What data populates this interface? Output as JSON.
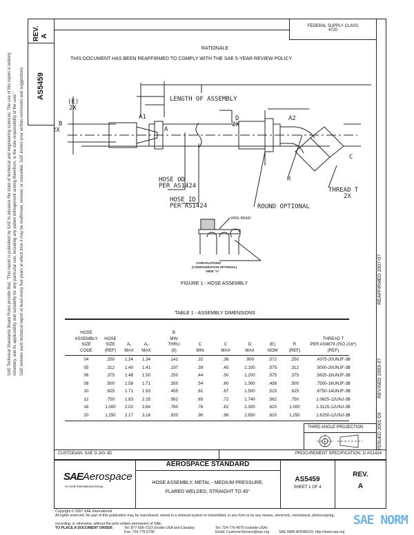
{
  "left_column": {
    "rev_label": "REV.",
    "rev_value": "A",
    "doc_number": "AS5459"
  },
  "side_notice": {
    "line1": "SAE Technical Standards Board Rules provide that: \"This report is published by SAE to advance the state of technical and engineering sciences. The use of this report is entirely",
    "line2": "voluntary, and its applicability and suitability for any particular use, including any patent infringement arising therefrom, is the sole responsibility of the user.\"",
    "line3": "SAE reviews each technical report at least every five years at which time it may be reaffirmed, revised, or cancelled. SAE invites your written comments and suggestions."
  },
  "header": {
    "federal_supply_class_label": "FEDERAL SUPPLY CLASS",
    "federal_supply_class_value": "4720",
    "rationale_title": "RATIONALE",
    "rationale_text": "THIS DOCUMENT HAS BEEN REAFFIRMED TO COMPLY WITH THE SAE 5-YEAR REVIEW POLICY"
  },
  "right_strip": {
    "reaffirmed": "REAFFIRMED 2007-07",
    "revised": "REVISED 2003-3?",
    "issued": "ISSUED 2001-03"
  },
  "figure": {
    "labels": {
      "e": "(E)",
      "e_qty": "2X",
      "length": "LENGTH OF ASSEMBLY",
      "a1": "A1",
      "b": "Ø B",
      "b_qty": "2X",
      "a": "A",
      "d": "D",
      "d_qty": "2X",
      "a2": "A2",
      "c": "C",
      "hose_od": "HOSE OD",
      "hose_od_per": "PER AS1424",
      "hose_id": "HOSE ID",
      "hose_id_per": "PER AS1424",
      "r": "R",
      "thread": "THREAD T",
      "thread_qty": "2X",
      "round": "ROUND OPTIONAL",
      "wire_braid": "WIRE BRAID",
      "convolutions": "CONVOLUTIONS",
      "config": "(CONFIGURATION OPTIONAL)",
      "view": "VIEW \"A\""
    },
    "caption": "FIGURE 1 - HOSE ASSEMBLY"
  },
  "table": {
    "title": "TABLE 1 - ASSEMBLY DIMENSIONS",
    "headers": [
      [
        "HOSE",
        "ASSEMBLY",
        "SIZE",
        "CODE"
      ],
      [
        "HOSE",
        "SIZE",
        "(REF)"
      ],
      [
        "A₁",
        "MAX"
      ],
      [
        "A₂",
        "MAX"
      ],
      [
        "B",
        "MIN",
        "THRU",
        "(8)"
      ],
      [
        "C",
        "MIN"
      ],
      [
        "C",
        "MAX"
      ],
      [
        "D",
        "MAX"
      ],
      [
        "(E)",
        "NOM"
      ],
      [
        "R",
        "(REF)"
      ],
      [
        "THREAD T",
        "PER AS8879 (ISO 216*)",
        "(REF)"
      ]
    ],
    "rows": [
      [
        "04",
        ".250",
        "1.34",
        "1.34",
        ".141",
        ".32",
        ".38",
        ".900",
        ".572",
        ".250",
        ".4375-20UNJF-3B"
      ],
      [
        "05",
        ".312",
        "1.40",
        "1.41",
        ".197",
        ".39",
        ".45",
        "1.100",
        ".575",
        ".312",
        ".5000-20UNJF-3B"
      ],
      [
        "06",
        ".375",
        "1.48",
        "1.50",
        ".250",
        ".44",
        ".50",
        "1.200",
        ".575",
        ".375",
        ".5625-18UNJF-3B"
      ],
      [
        "08",
        ".500",
        "1.58",
        "1.71",
        ".350",
        ".54",
        ".60",
        "1.300",
        ".438",
        ".500",
        ".7500-16UNJF-3B"
      ],
      [
        "10",
        ".625",
        "1.71",
        "1.93",
        ".455",
        ".61",
        ".67",
        "1.500",
        ".515",
        ".625",
        ".8750-14UNJF-3B"
      ],
      [
        "12",
        ".750",
        "1.83",
        "2.25",
        ".562",
        ".65",
        ".72",
        "1.740",
        ".562",
        ".750",
        "1.0625-12UNJ-3B"
      ],
      [
        "16",
        "1.000",
        "2.02",
        "2.84",
        ".780",
        ".76",
        ".82",
        "2.300",
        ".620",
        "1.000",
        "1.3125-12UNJ-3B"
      ],
      [
        "20",
        "1.250",
        "2.17",
        "3.16",
        ".920",
        ".90",
        ".96",
        "2.850",
        ".620",
        "1.250",
        "1.6250-12UNJ-3B"
      ]
    ]
  },
  "projection": {
    "label": "THIRD ANGLE PROJECTION"
  },
  "custodian": "CUSTODIAN:  SAE G-3/G-3D",
  "procurement": "PROCUREMENT SPECIFICATION: 2/ AS1424",
  "title_block": {
    "logo_text": "SAE Aerospace",
    "logo_subtext": "An SAE International Group",
    "category": "AEROSPACE STANDARD",
    "title_line1": "HOSE ASSEMBLY, METAL - MEDIUM PRESSURE,",
    "title_line2": "FLARED WELDED, STRAIGHT TO 45°",
    "doc_number": "AS5459",
    "sheet": "SHEET 1 OF 4",
    "rev_label": "REV.",
    "rev_value": "A"
  },
  "footer": {
    "copyright": "Copyright © 2007 SAE International",
    "rights1": "All rights reserved. No part of this publication may be reproduced, stored in a retrieval system or transmitted, in any form or by any means, electronic, mechanical, photocopying,",
    "rights2": "recording, or otherwise, without the prior written permission of SAE.",
    "order_label": "TO PLACE A DOCUMENT ORDER:",
    "tel_usa": "Tel: 877-606-7323 (inside USA and Canada)",
    "fax": "Fax: 724-776-0790",
    "tel_outside": "Tel: 724-776-4970 (outside USA)",
    "email": "Email: CustomerService@sae.org",
    "web": "SAE WEB ADDRESS: http://www.sae.org"
  },
  "watermark": {
    "text": "SAE NORM",
    "color": "#5aa6dc"
  }
}
